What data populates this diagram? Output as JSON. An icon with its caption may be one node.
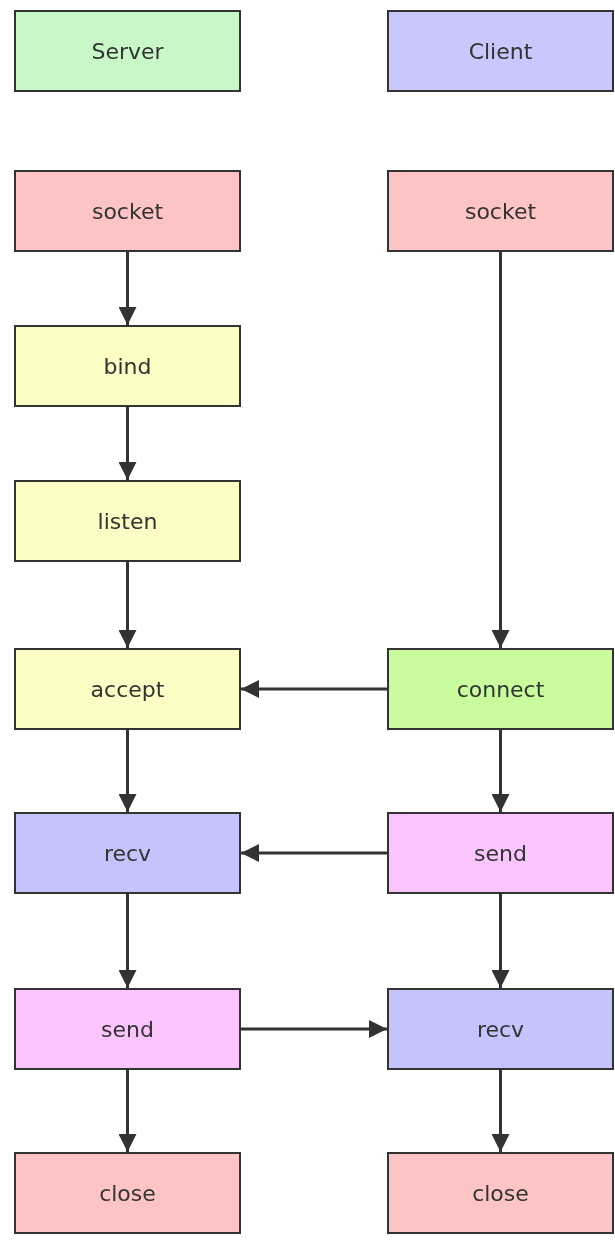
{
  "diagram": {
    "nodes": [
      {
        "text": [
          "Server"
        ]
      },
      {
        "text": [
          "Client"
        ]
      },
      {
        "text": [
          "socket"
        ]
      },
      {
        "text": [
          "socket"
        ]
      },
      {
        "text": [
          "bind"
        ]
      },
      {
        "text": [
          "listen"
        ]
      },
      {
        "text": [
          "accept"
        ]
      },
      {
        "text": [
          "connect"
        ]
      },
      {
        "text": [
          "recv"
        ]
      },
      {
        "text": [
          "send"
        ]
      },
      {
        "text": [
          "send"
        ]
      },
      {
        "text": [
          "recv"
        ]
      },
      {
        "text": [
          "close"
        ]
      },
      {
        "text": [
          "close"
        ]
      }
    ],
    "edges": [
      {
        "from": 2,
        "to": 4,
        "arrow": "to"
      },
      {
        "from": 4,
        "to": 5,
        "arrow": "to"
      },
      {
        "from": 5,
        "to": 6,
        "arrow": "to"
      },
      {
        "from": 3,
        "to": 7,
        "arrow": "to"
      },
      {
        "from": 7,
        "to": 6,
        "arrow": "to"
      },
      {
        "from": 6,
        "to": 8,
        "arrow": "to"
      },
      {
        "from": 7,
        "to": 9,
        "arrow": "to"
      },
      {
        "from": 9,
        "to": 8,
        "arrow": "to"
      },
      {
        "from": 8,
        "to": 10,
        "arrow": "to"
      },
      {
        "from": 10,
        "to": 11,
        "arrow": "to"
      },
      {
        "from": 9,
        "to": 11,
        "arrow": "to"
      },
      {
        "from": 10,
        "to": 12,
        "arrow": "to"
      },
      {
        "from": 11,
        "to": 13,
        "arrow": "to"
      }
    ]
  }
}
